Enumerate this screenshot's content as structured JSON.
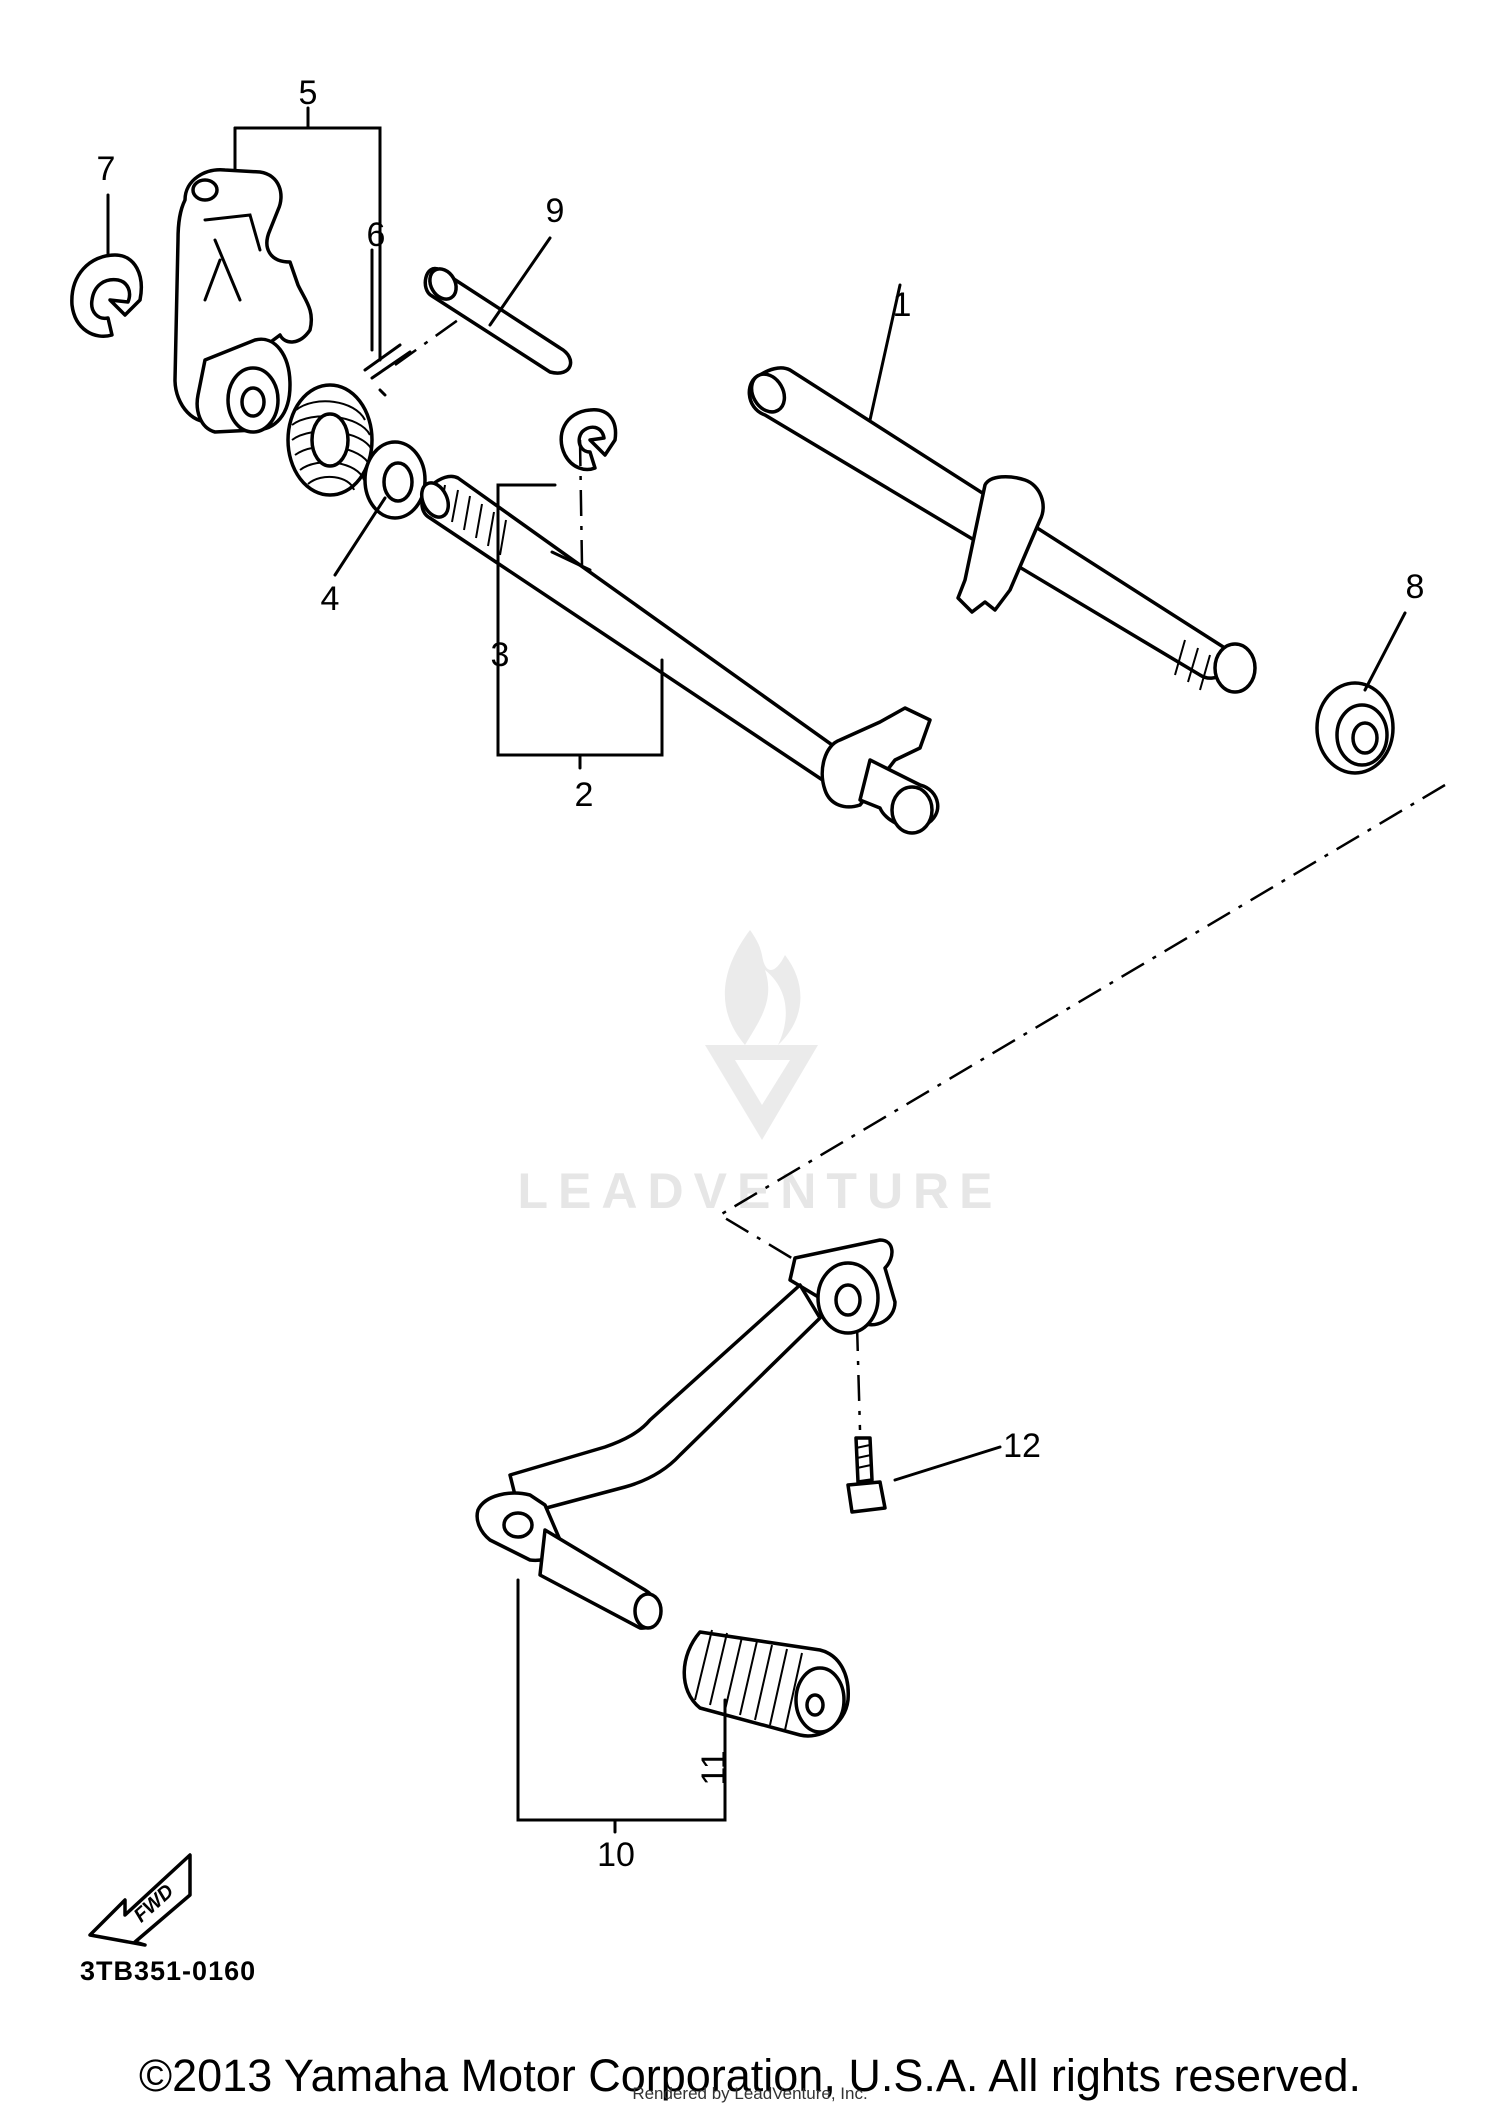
{
  "diagram": {
    "callouts": [
      "1",
      "2",
      "3",
      "4",
      "5",
      "6",
      "7",
      "8",
      "9",
      "10",
      "11",
      "12"
    ],
    "fwd_label": "FWD",
    "diagram_code": "3TB351-0160"
  },
  "watermark": {
    "text": "LEADVENTURE",
    "color": "#e6e6e6"
  },
  "footer": {
    "copyright": "©2013 Yamaha Motor Corporation, U.S.A. All rights reserved.",
    "rendered_by": "Rendered by LeadVenture, Inc."
  }
}
